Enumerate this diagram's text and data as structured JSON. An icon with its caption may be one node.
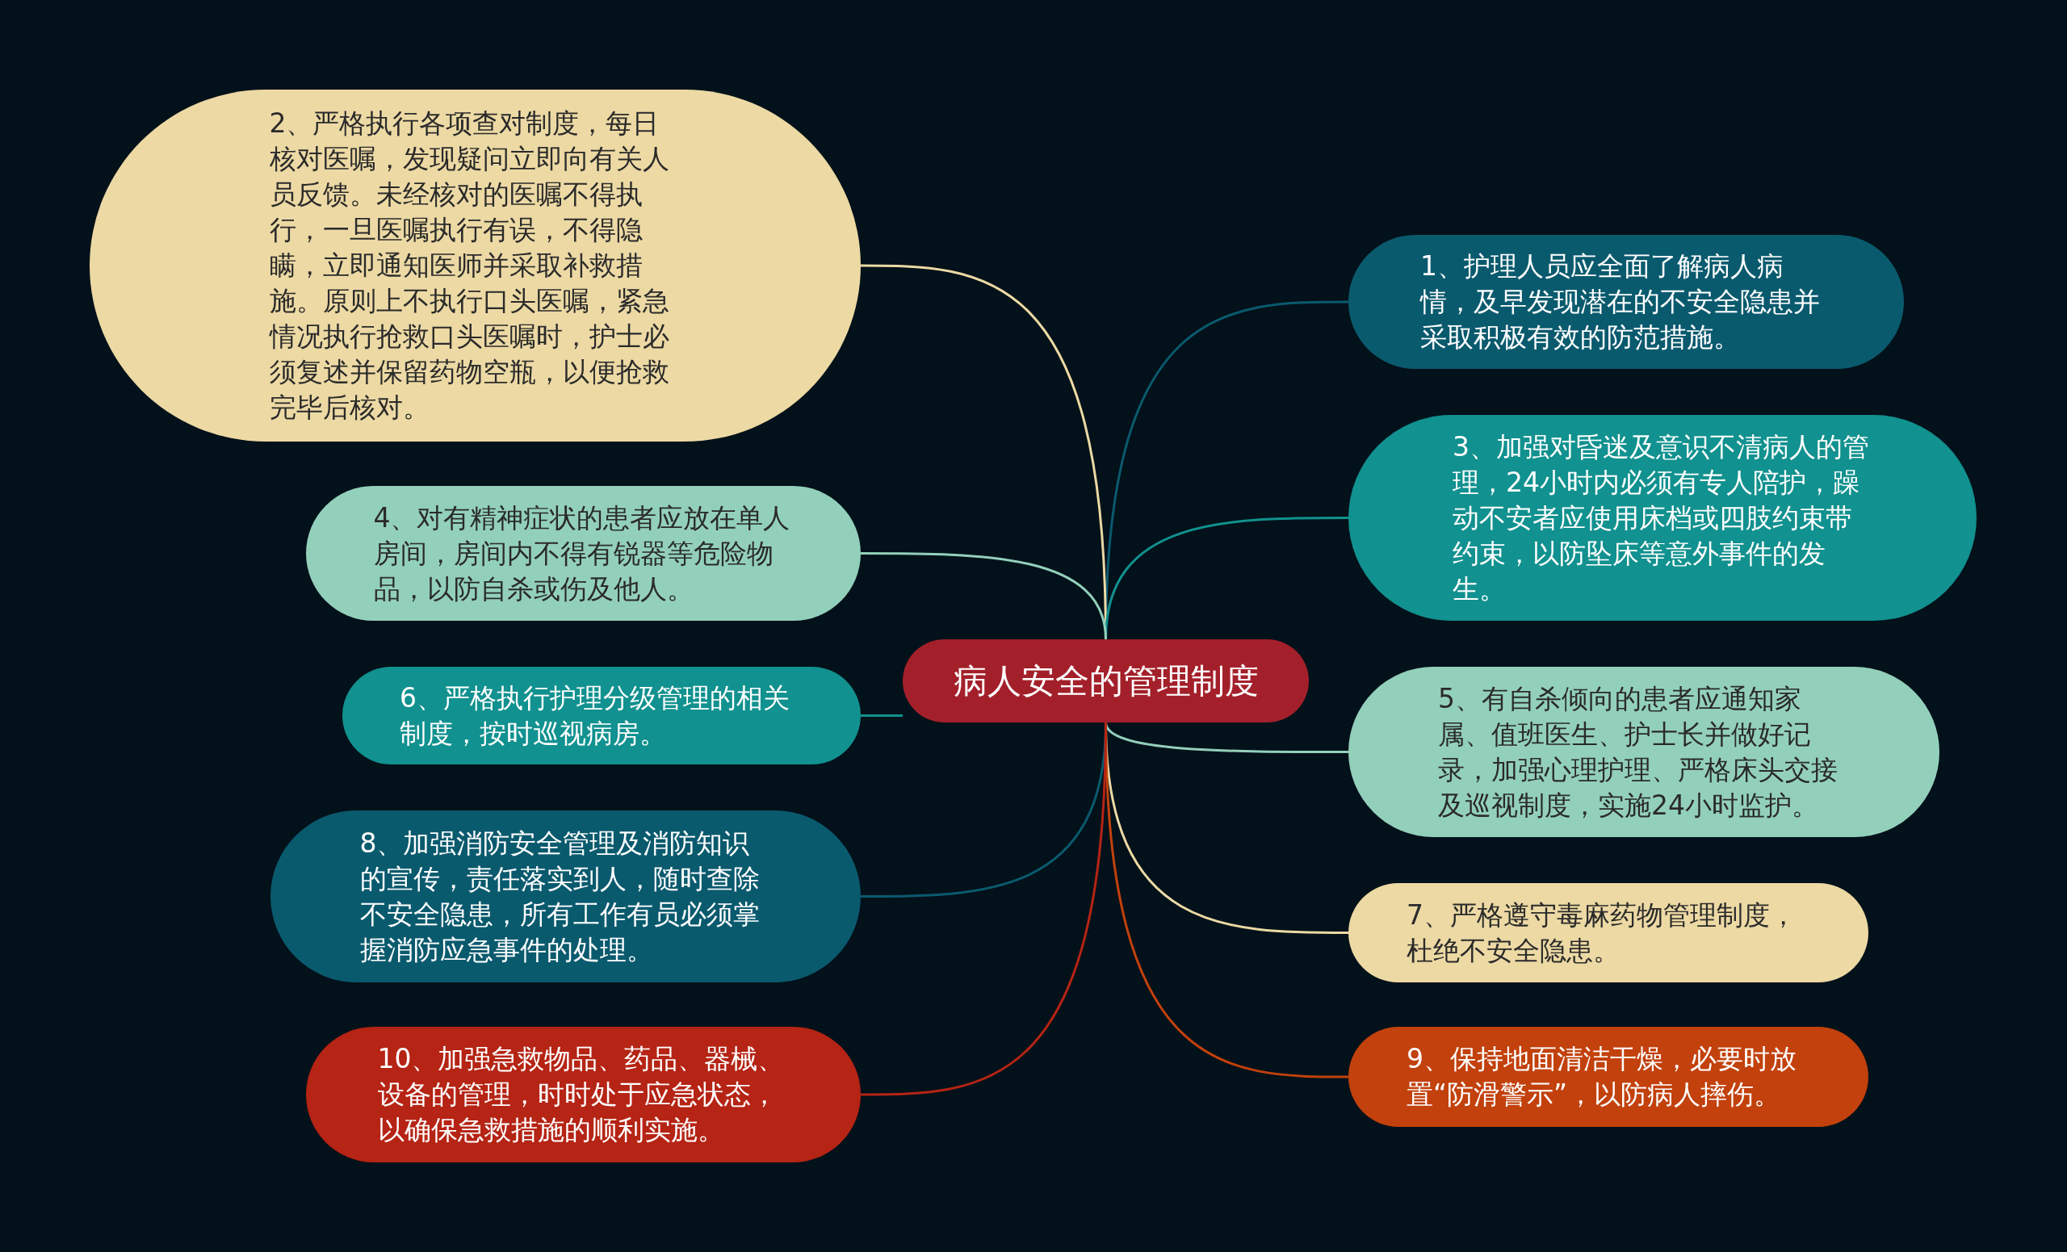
{
  "diagram": {
    "nodes": [
      {
        "text": [
          "病人安全的管理制度"
        ]
      },
      {
        "text": [
          "1、护理人员应全面了解病人病情，及早发现潜在的不安全隐患并采取积极有效的防范措施。"
        ]
      },
      {
        "text": [
          "2、严格执行各项查对制度，每日核对医嘱，发现疑问立即向有关人员反馈。未经核对的医嘱不得执行，一旦医嘱执行有误，不得隐瞒，立即通知医师并采取补救措施。原则上不执行口头医嘱，紧急情况执行抢救口头医嘱时，护士必须复述并保留药物空瓶，以便抢救完毕后核对。"
        ]
      },
      {
        "text": [
          "3、加强对昏迷及意识不清病人的管理，24小时内必须有专人陪护，躁动不安者应使用床档或四肢约束带约束，以防坠床等意外事件的发生。"
        ]
      },
      {
        "text": [
          "4、对有精神症状的患者应放在单人房间，房间内不得有锐器等危险物品，以防自杀或伤及他人。"
        ]
      },
      {
        "text": [
          "5、有自杀倾向的患者应通知家属、值班医生、护士长并做好记录，加强心理护理、严格床头交接及巡视制度，实施24小时监护。"
        ]
      },
      {
        "text": [
          "6、严格执行护理分级管理的相关制度，按时巡视病房。"
        ]
      },
      {
        "text": [
          "7、严格遵守毒麻药物管理制度，杜绝不安全隐患。"
        ]
      },
      {
        "text": [
          "8、加强消防安全管理及消防知识的宣传，责任落实到人，随时查除不安全隐患，所有工作有员必须掌握消防应急事件的处理。"
        ]
      },
      {
        "text": [
          "9、保持地面清洁干燥，必要时放置“防滑警示”，以防病人摔伤。"
        ]
      },
      {
        "text": [
          "10、加强急救物品、药品、器械、设备的管理，时时处于应急状态，以确保急救措施的顺利实施。"
        ]
      }
    ],
    "edges": [
      {
        "from": 0,
        "to": 1,
        "arrow": "none",
        "color": "#0a5a6e"
      },
      {
        "from": 0,
        "to": 2,
        "arrow": "none",
        "color": "#ecd9a4"
      },
      {
        "from": 0,
        "to": 3,
        "arrow": "none",
        "color": "#11918f"
      },
      {
        "from": 0,
        "to": 4,
        "arrow": "none",
        "color": "#93d0bb"
      },
      {
        "from": 0,
        "to": 5,
        "arrow": "none",
        "color": "#93d0bb"
      },
      {
        "from": 0,
        "to": 6,
        "arrow": "none",
        "color": "#11918f"
      },
      {
        "from": 0,
        "to": 7,
        "arrow": "none",
        "color": "#ecd9a4"
      },
      {
        "from": 0,
        "to": 8,
        "arrow": "none",
        "color": "#0a5a6e"
      },
      {
        "from": 0,
        "to": 9,
        "arrow": "none",
        "color": "#c2410c"
      },
      {
        "from": 0,
        "to": 10,
        "arrow": "none",
        "color": "#b52414"
      }
    ]
  }
}
